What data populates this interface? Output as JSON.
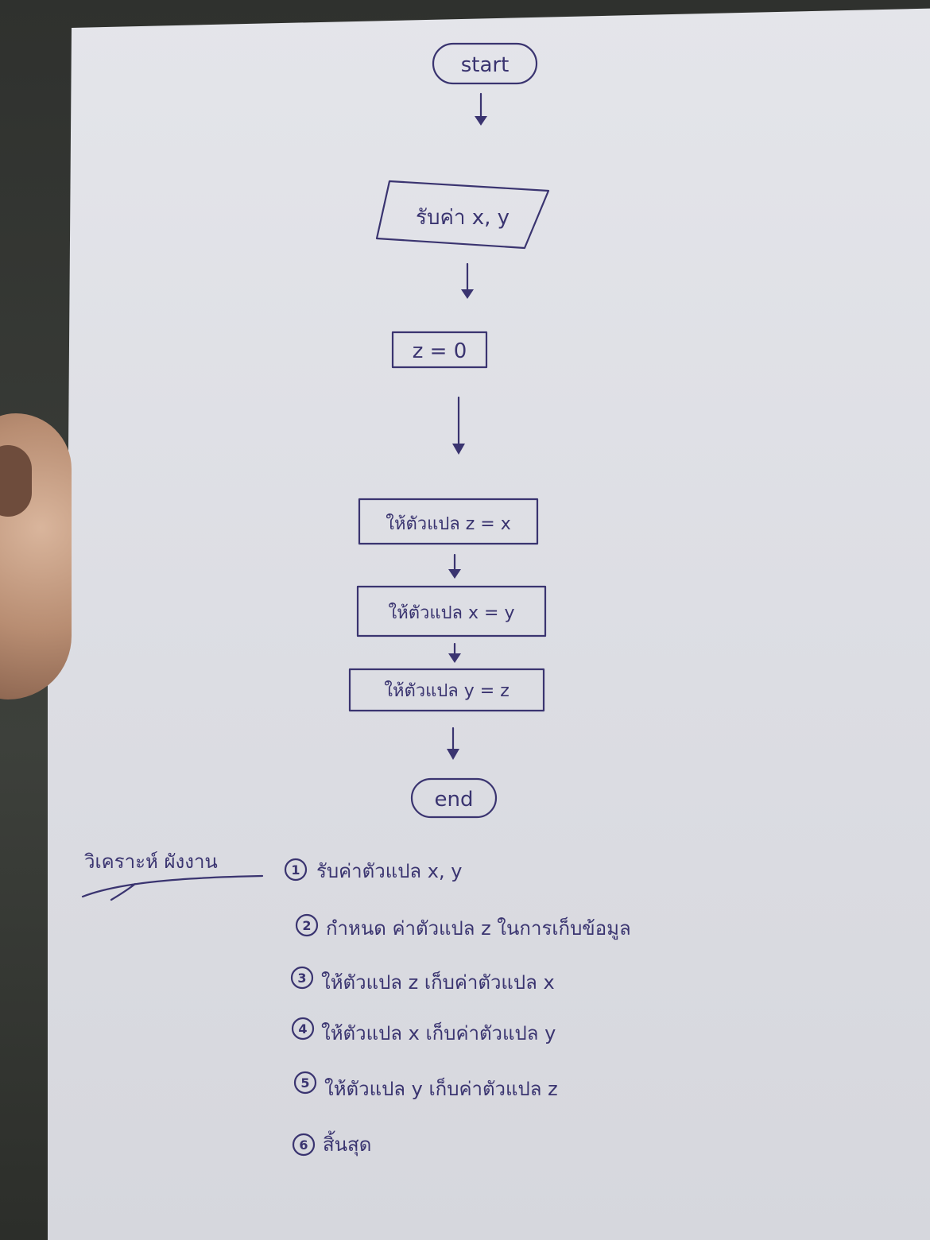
{
  "flowchart": {
    "start_label": "start",
    "input_label": "รับค่า x, y",
    "init_label": "z = 0",
    "assign_z_label": "ให้ตัวแปล z = x",
    "assign_x_label": "ให้ตัวแปล x = y",
    "assign_y_label": "ให้ตัวแปล y = z",
    "end_label": "end"
  },
  "analysis": {
    "heading": "วิเคราะห์ ผังงาน",
    "steps": [
      {
        "num": "1",
        "text": "รับค่าตัวแปล x, y"
      },
      {
        "num": "2",
        "text": "กำหนด ค่าตัวแปล z ในการเก็บข้อมูล"
      },
      {
        "num": "3",
        "text": "ให้ตัวแปล z เก็บค่าตัวแปล x"
      },
      {
        "num": "4",
        "text": "ให้ตัวแปล x เก็บค่าตัวแปล y"
      },
      {
        "num": "5",
        "text": "ให้ตัวแปล y เก็บค่าตัวแปล z"
      },
      {
        "num": "6",
        "text": "สิ้นสุด"
      }
    ]
  },
  "colors": {
    "ink": "#3a3470",
    "paper": "#dfe0e6",
    "background": "#353733"
  }
}
